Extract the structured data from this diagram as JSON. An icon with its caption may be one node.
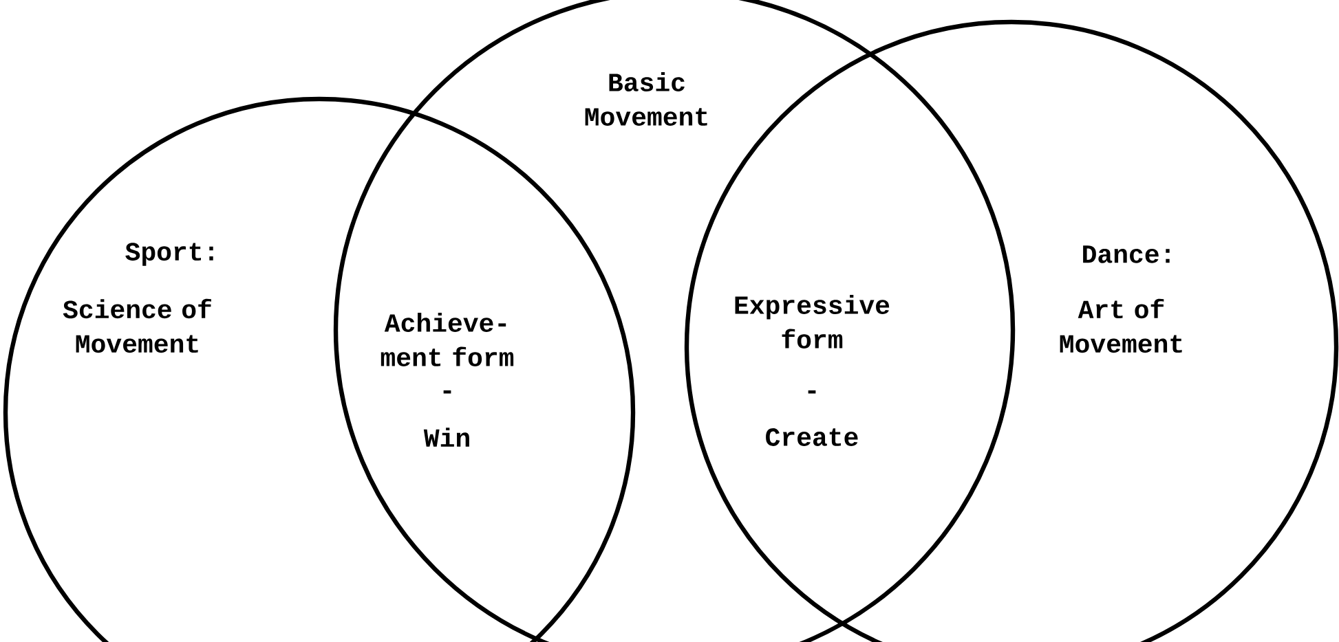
{
  "diagram": {
    "nodes": [
      {
        "text": [
          "Sport:",
          "Science of Movement"
        ]
      },
      {
        "text": [
          "Basic Movement"
        ]
      },
      {
        "text": [
          "Dance:",
          "Art of Movement"
        ]
      }
    ],
    "labels": [
      "Achieve- ment form",
      "-",
      "Win",
      "Expressive form",
      "-",
      "Create"
    ]
  }
}
